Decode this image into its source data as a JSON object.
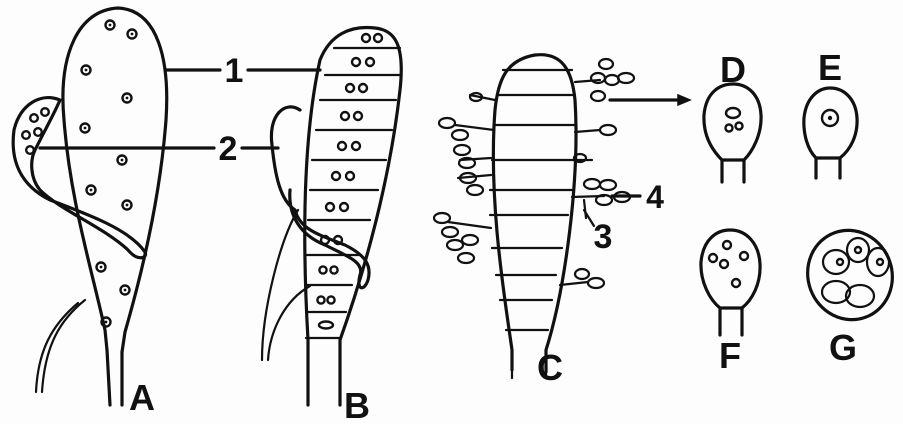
{
  "figure_letters": {
    "A": "A",
    "B": "B",
    "C": "C",
    "D": "D",
    "E": "E",
    "F": "F",
    "G": "G"
  },
  "callout_numbers": {
    "one": "1",
    "two": "2",
    "three": "3",
    "four": "4"
  }
}
